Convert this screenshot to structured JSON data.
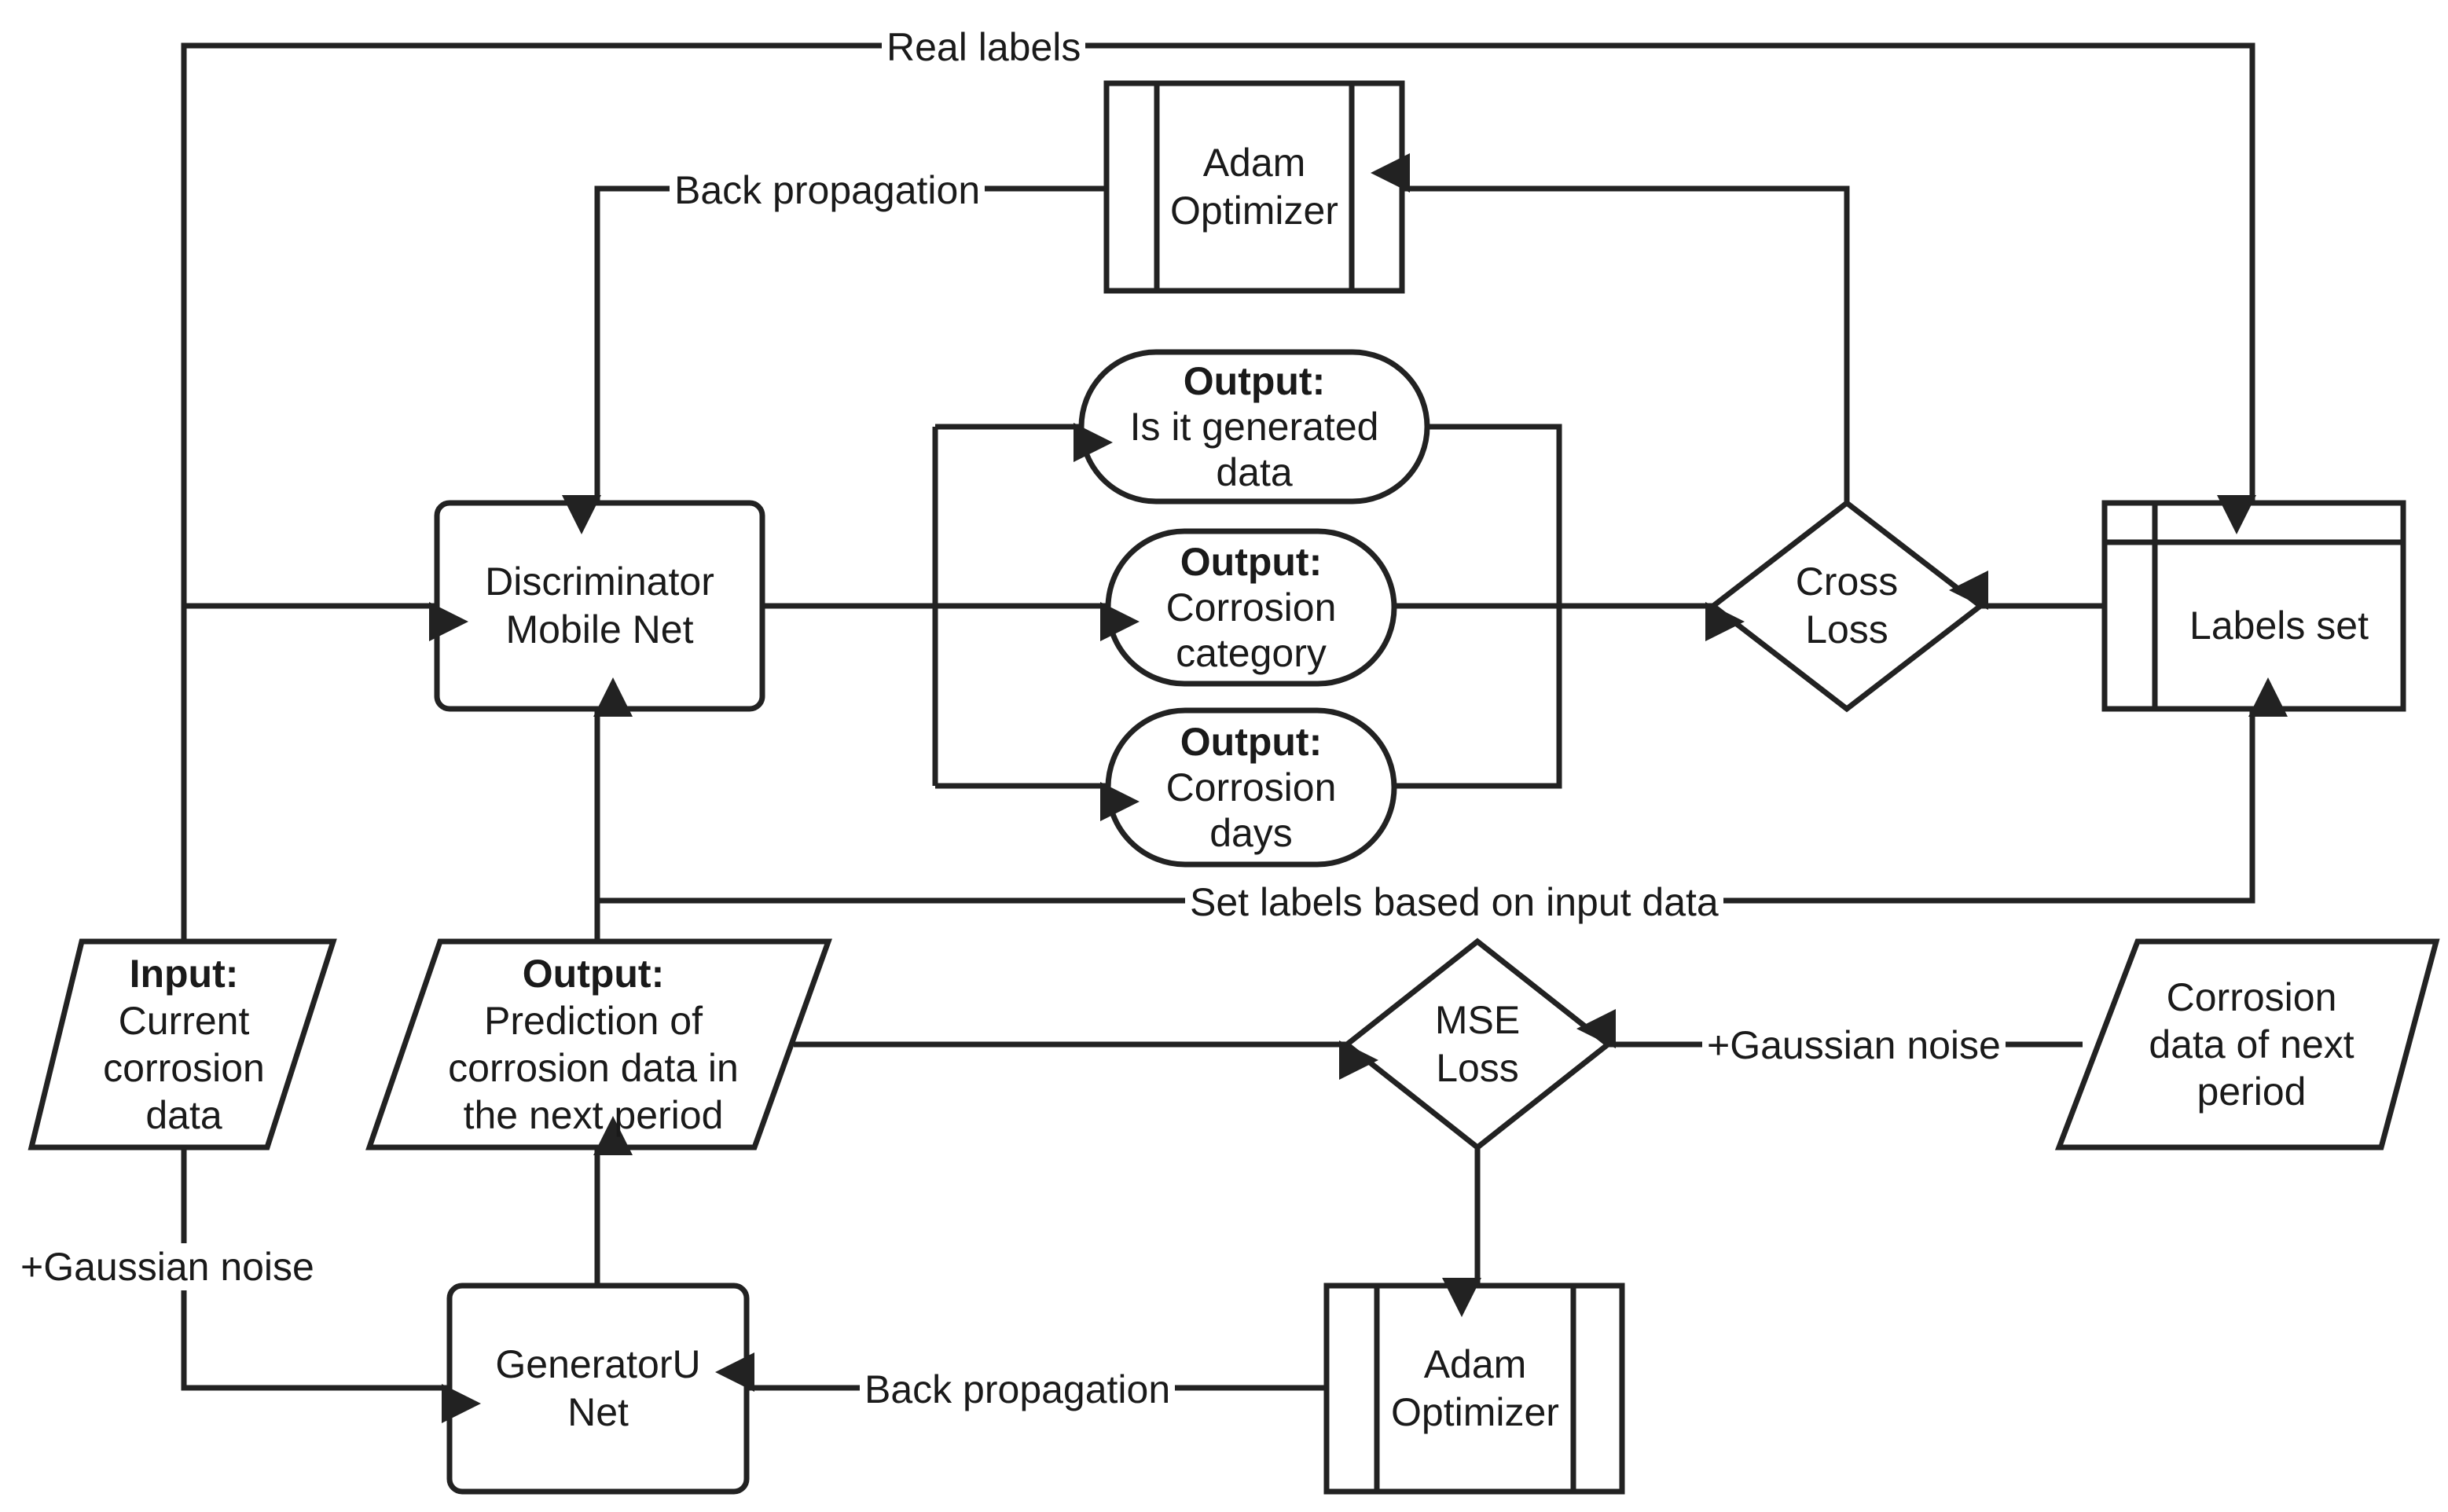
{
  "nodes": {
    "discriminator": {
      "line1": "Discriminator",
      "line2": "Mobile Net"
    },
    "generator": {
      "line1": "GeneratorU",
      "line2": "Net"
    },
    "adam_top": {
      "line1": "Adam",
      "line2": "Optimizer"
    },
    "adam_bottom": {
      "line1": "Adam",
      "line2": "Optimizer"
    },
    "output_generated": {
      "title": "Output:",
      "line1": "Is it generated",
      "line2": "data"
    },
    "output_category": {
      "title": "Output:",
      "line1": "Corrosion",
      "line2": "category"
    },
    "output_days": {
      "title": "Output:",
      "line1": "Corrosion",
      "line2": "days"
    },
    "cross_loss": {
      "line1": "Cross",
      "line2": "Loss"
    },
    "mse_loss": {
      "line1": "MSE",
      "line2": "Loss"
    },
    "labels_set": {
      "label": "Labels set"
    },
    "input": {
      "title": "Input:",
      "line1": "Current",
      "line2": "corrosion",
      "line3": "data"
    },
    "prediction": {
      "title": "Output:",
      "line1": "Prediction of",
      "line2": "corrosion data in",
      "line3": "the next period"
    },
    "next_period": {
      "line1": "Corrosion",
      "line2": "data of next",
      "line3": "period"
    }
  },
  "edges": {
    "real_labels": "Real labels",
    "back_prop_top": "Back propagation",
    "back_prop_bottom": "Back propagation",
    "set_labels": "Set labels based on input data",
    "noise_right": "+Gaussian noise",
    "noise_left": "+Gaussian noise"
  },
  "colors": {
    "stroke": "#222222",
    "background": "#ffffff"
  }
}
